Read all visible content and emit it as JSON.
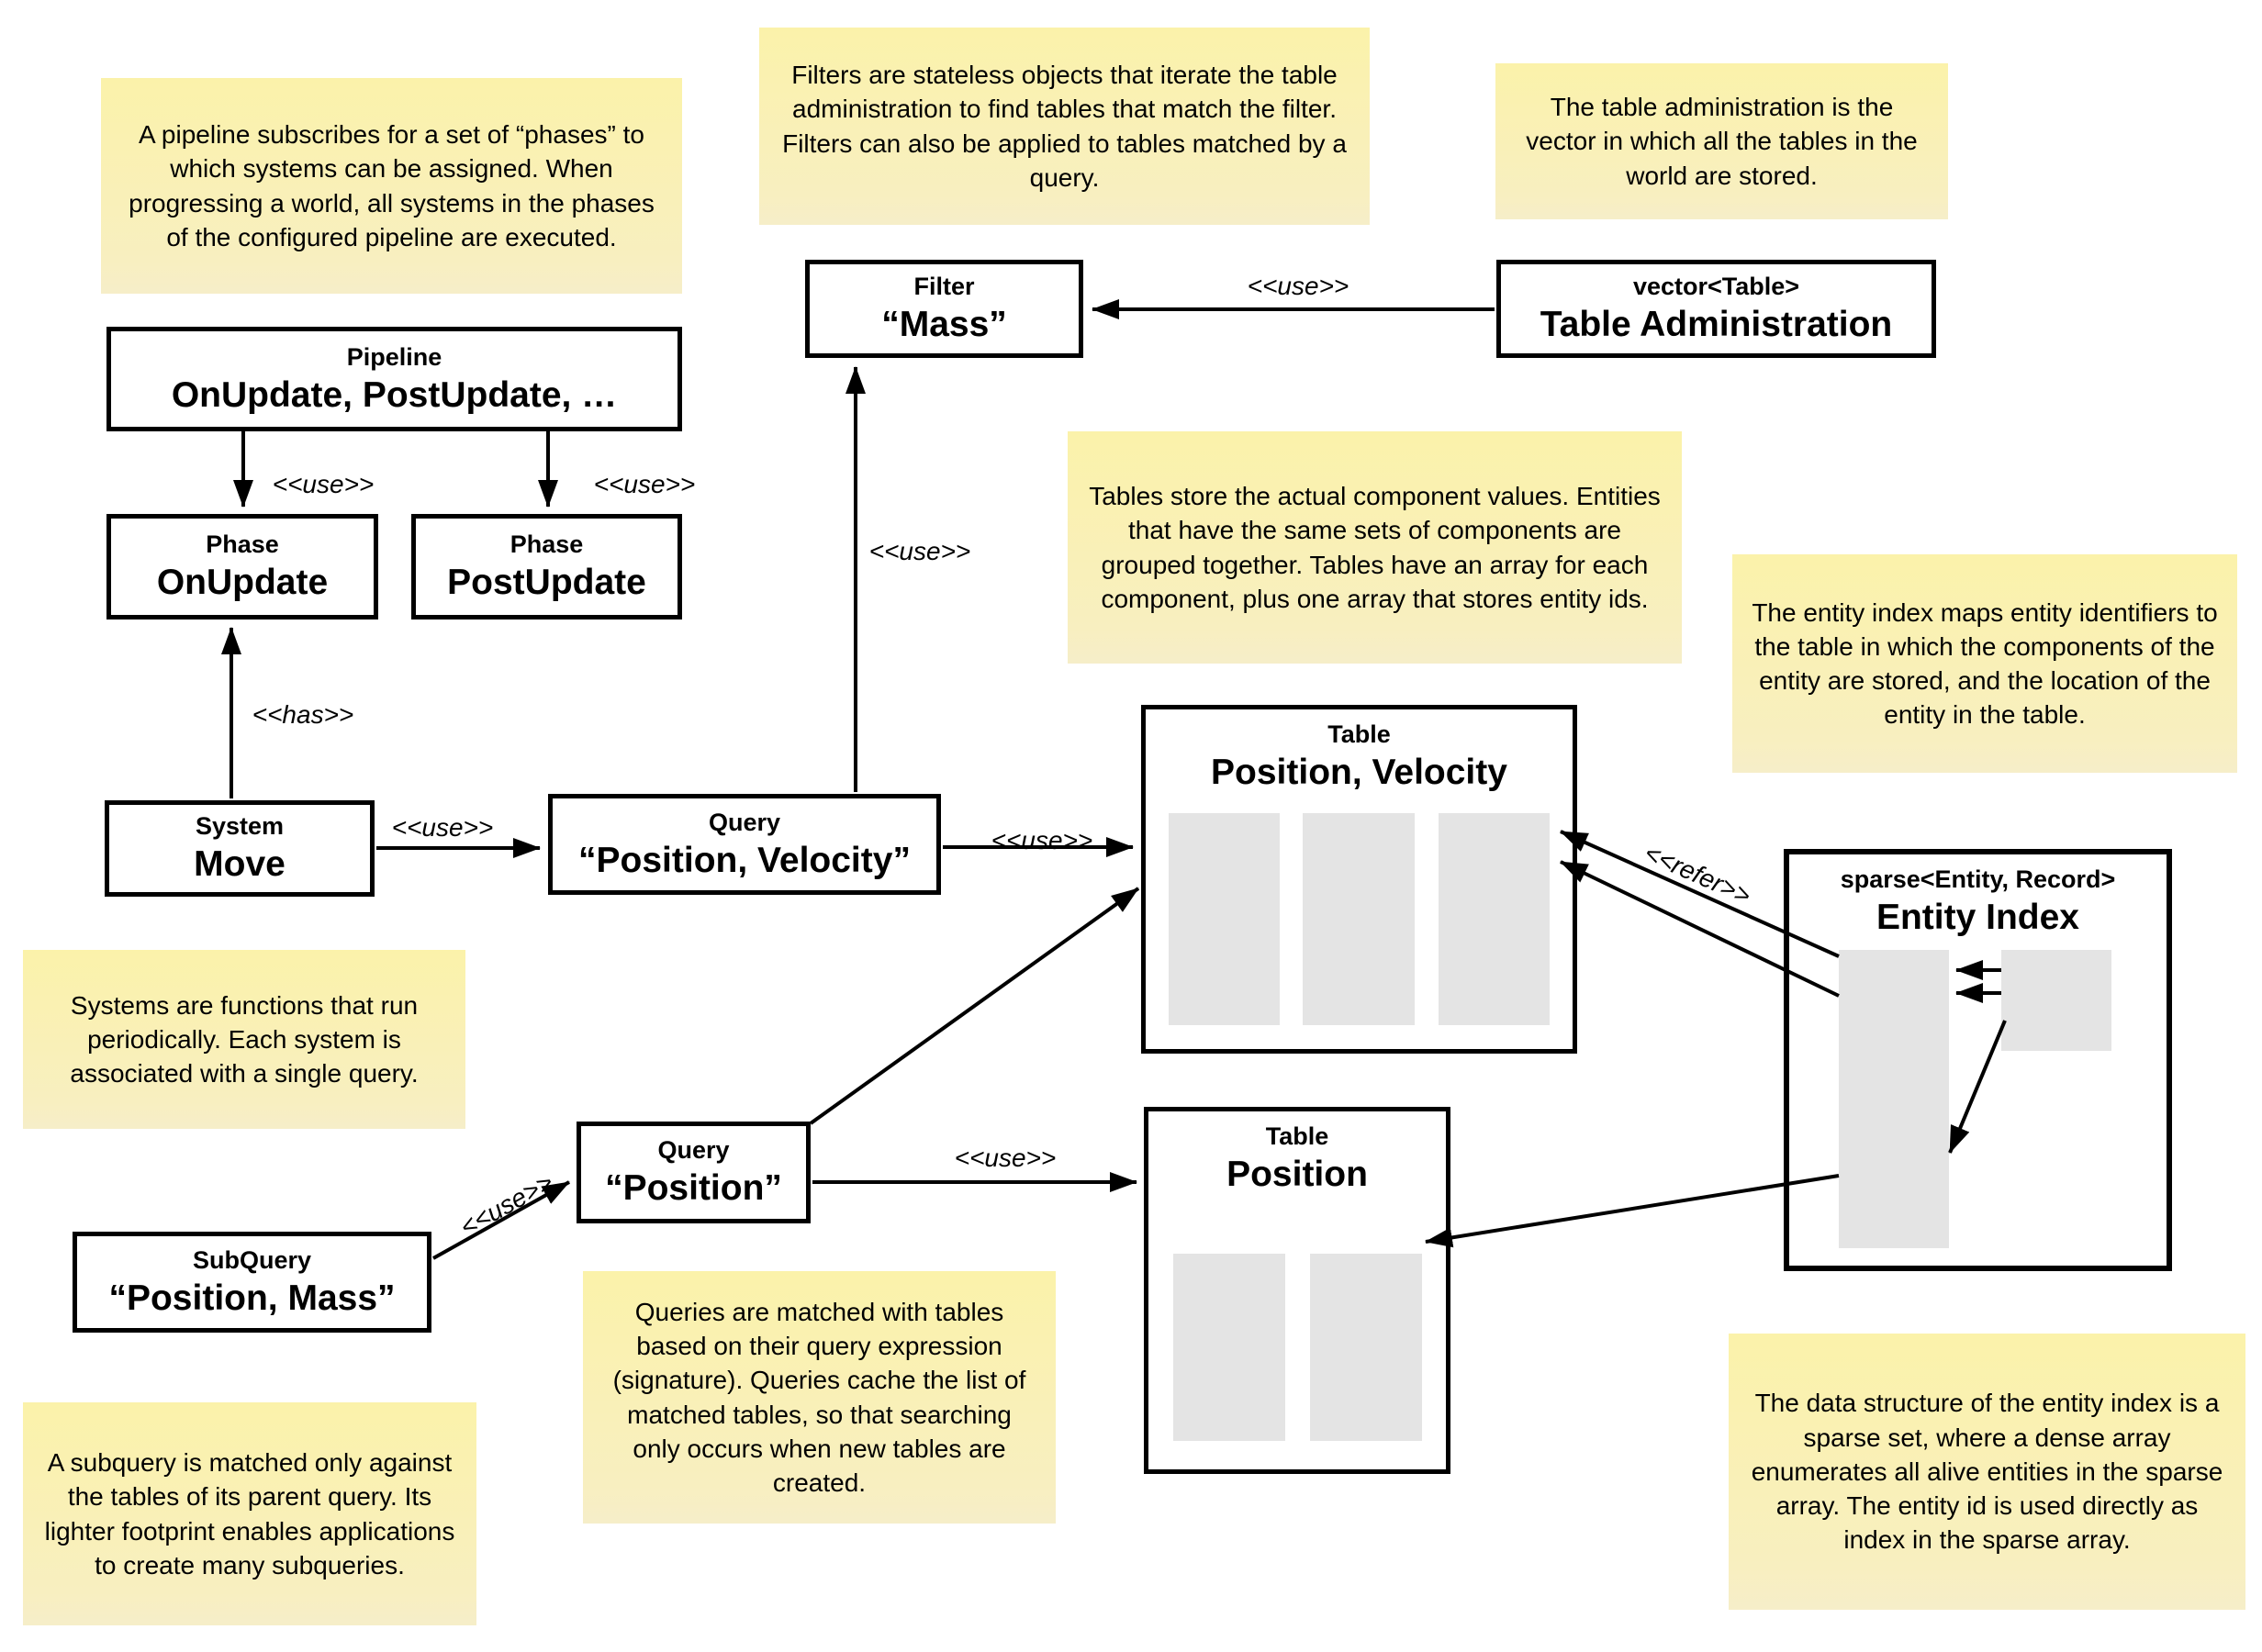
{
  "diagram": {
    "notes": {
      "pipeline": "A pipeline subscribes for a set of “phases” to which systems can be assigned. When progressing a world, all systems in the phases of the configured pipeline are executed.",
      "filters": "Filters are stateless objects that iterate the table administration to find tables that match the filter. Filters can also be applied to tables matched by a query.",
      "table_administration": "The table administration is the vector in which all the tables in the world are stored.",
      "tables": "Tables store the actual component values. Entities that have the same sets of components are grouped together. Tables have an array for each component, plus one array that stores entity ids.",
      "entity_index": "The entity index maps entity identifiers to the table in which the components of the entity are stored, and the location of the entity in the table.",
      "systems": "Systems are functions that run periodically. Each system is associated with a single query.",
      "queries": "Queries are matched with tables based on their query expression (signature). Queries cache the list of matched tables, so that searching only occurs when new tables are created.",
      "subquery": "A subquery is matched only against the tables of its parent query. Its lighter footprint enables applications to create many subqueries.",
      "sparse_set": "The data structure of the entity index is a sparse set, where a dense array enumerates all alive entities in the sparse array. The entity id is used directly as index in the sparse array."
    },
    "boxes": {
      "pipeline": {
        "title": "Pipeline",
        "value": "OnUpdate, PostUpdate, …"
      },
      "phase_onupdate": {
        "title": "Phase",
        "value": "OnUpdate"
      },
      "phase_postupdate": {
        "title": "Phase",
        "value": "PostUpdate"
      },
      "filter_mass": {
        "title": "Filter",
        "value": "“Mass”"
      },
      "table_administration": {
        "title": "vector<Table>",
        "value": "Table Administration"
      },
      "system_move": {
        "title": "System",
        "value": "Move"
      },
      "query_position_velocity": {
        "title": "Query",
        "value": "“Position, Velocity”"
      },
      "table_position_velocity": {
        "title": "Table",
        "value": "Position, Velocity"
      },
      "query_position": {
        "title": "Query",
        "value": "“Position”"
      },
      "subquery_position_mass": {
        "title": "SubQuery",
        "value": "“Position, Mass”"
      },
      "table_position": {
        "title": "Table",
        "value": "Position"
      },
      "entity_index": {
        "title": "sparse<Entity, Record>",
        "value": "Entity Index"
      }
    },
    "edge_labels": {
      "use": "<<use>>",
      "has": "<<has>>",
      "refer": "<<refer>>"
    }
  },
  "colors": {
    "note_background": "#faf0ae",
    "array_fill": "#e4e4e4",
    "line": "#000000",
    "box_background": "#ffffff"
  }
}
